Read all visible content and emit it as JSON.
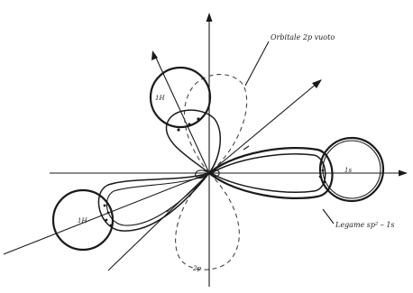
{
  "diagram": {
    "labels": {
      "orbital_label": "Orbitale 2p vuoto",
      "ligand_label": "Legame sp² – 1s",
      "h_right": "1s",
      "h_upper": "1H",
      "h_left": "1H",
      "bottom_p": "2p"
    },
    "colors": {
      "ink": "#1a1a1a",
      "dashed": "#444444",
      "background": "#ffffff"
    }
  }
}
